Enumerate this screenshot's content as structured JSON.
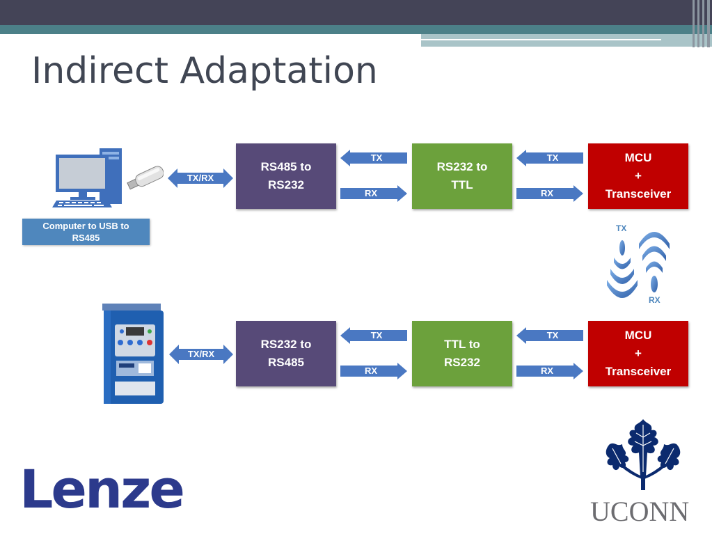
{
  "slide": {
    "title": "Indirect Adaptation"
  },
  "row1": {
    "bus_label": "TX/RX",
    "box1": {
      "line1": "RS485 to",
      "line2": "RS232"
    },
    "box2": {
      "line1": "RS232 to",
      "line2": "TTL"
    },
    "mcu": {
      "line1": "MCU",
      "line2": "+",
      "line3": "Transceiver"
    },
    "tx": "TX",
    "rx": "RX",
    "caption": {
      "line1": "Computer to USB to",
      "line2": "RS485"
    }
  },
  "row2": {
    "bus_label": "TX/RX",
    "box1": {
      "line1": "RS232 to",
      "line2": "RS485"
    },
    "box2": {
      "line1": "TTL to",
      "line2": "RS232"
    },
    "mcu": {
      "line1": "MCU",
      "line2": "+",
      "line3": "Transceiver"
    },
    "tx": "TX",
    "rx": "RX"
  },
  "wireless": {
    "tx": "TX",
    "rx": "RX"
  },
  "logos": {
    "lenze": "Lenze",
    "uconn": "UCONN"
  },
  "colors": {
    "purple_box": "#574a78",
    "green_box": "#6ca13c",
    "red_box": "#c00000",
    "arrow": "#4a78c2",
    "title": "#404653"
  }
}
